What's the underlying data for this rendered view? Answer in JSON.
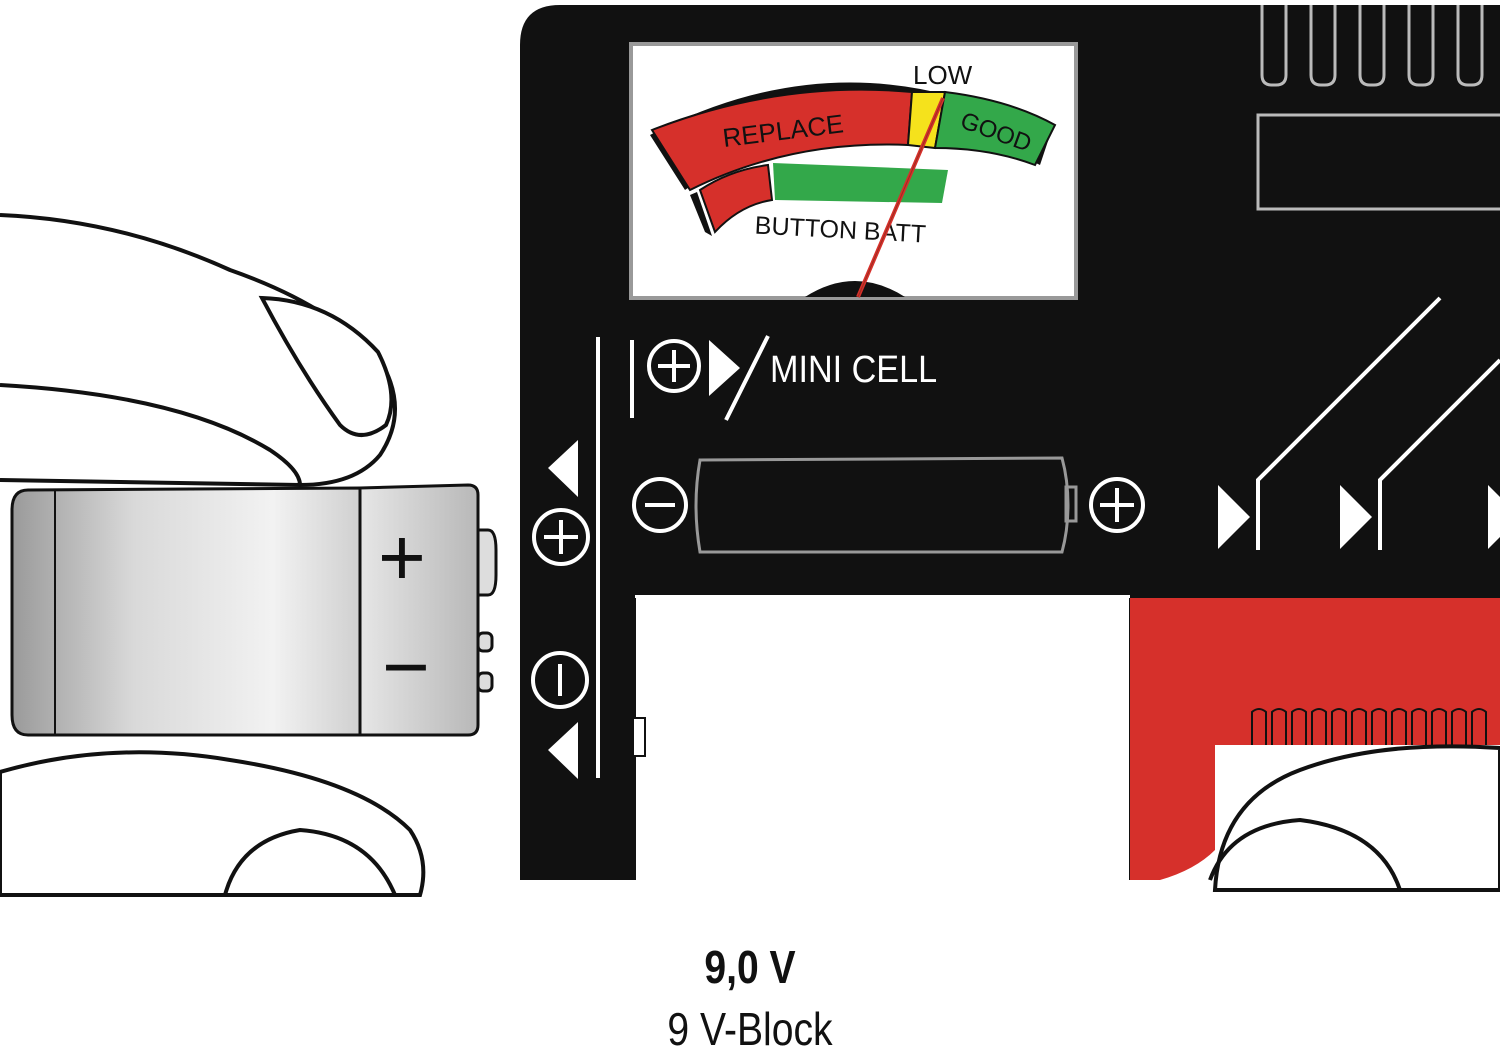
{
  "meter": {
    "replace_label": "REPLACE",
    "low_label": "LOW",
    "good_label": "GOOD",
    "button_batt_label": "BUTTON BATT",
    "replace_color": "#d6302b",
    "low_color": "#f5e21c",
    "good_color": "#33a84a"
  },
  "slots": {
    "mini_cell_label": "MINI CELL"
  },
  "battery": {
    "plus_symbol": "+",
    "minus_symbol": "−"
  },
  "caption": {
    "voltage": "9,0 V",
    "type": "9 V-Block"
  },
  "colors": {
    "device_body": "#111111",
    "slider": "#d6302b"
  }
}
